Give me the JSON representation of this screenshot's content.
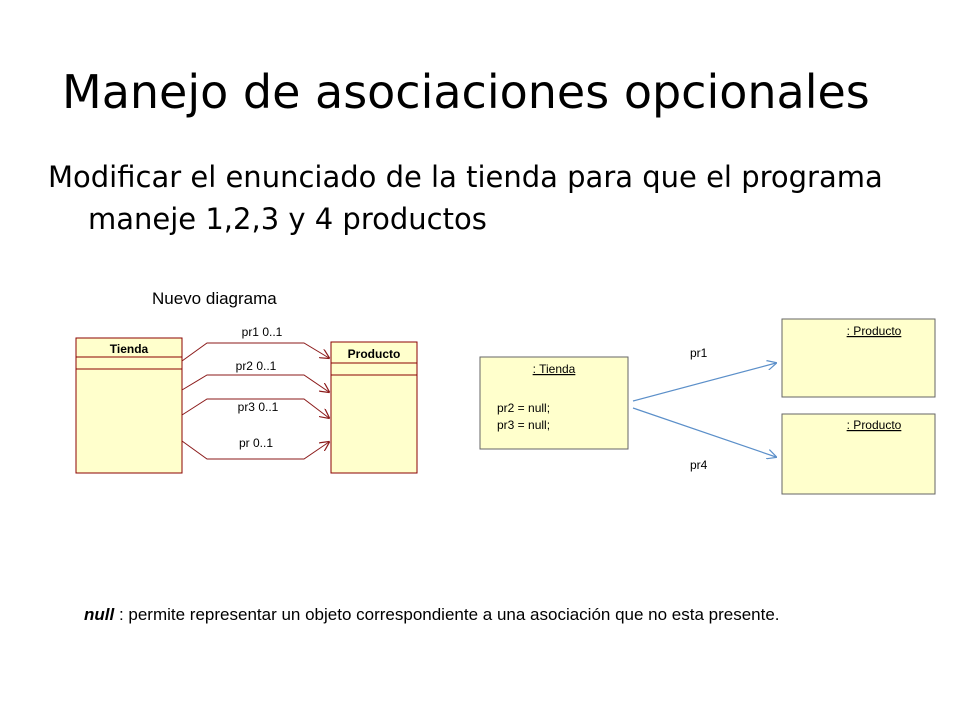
{
  "slide": {
    "title": "Manejo de asociaciones opcionales",
    "subtitle": "Modificar el enunciado de la tienda para que el programa maneje 1,2,3 y 4 productos",
    "caption": "Nuevo diagrama"
  },
  "class_diagram": {
    "tienda": "Tienda",
    "producto": "Producto",
    "associations": [
      "pr1 0..1",
      "pr2 0..1",
      "pr3 0..1",
      "pr 0..1"
    ]
  },
  "object_diagram": {
    "tienda_object": ": Tienda",
    "tienda_attributes": [
      "pr2 = null;",
      "pr3 = null;"
    ],
    "producto_top": ": Producto",
    "producto_bottom": ": Producto",
    "link_top": "pr1",
    "link_bottom": "pr4"
  },
  "note": {
    "keyword": "null",
    "text": " : permite representar un objeto correspondiente a una asociación que no esta presente."
  },
  "colors": {
    "box_fill": "#FFFFCC",
    "box_stroke": "#8B0000",
    "association": "#8B1A1A",
    "link": "#5B8FC9"
  }
}
